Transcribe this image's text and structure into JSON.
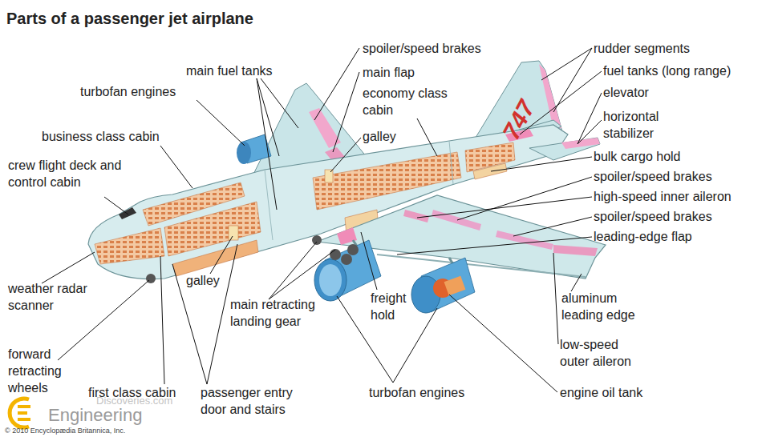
{
  "diagram": {
    "title": "Parts of a passenger jet airplane",
    "labels": [
      "main fuel tanks",
      "turbofan engines",
      "business class cabin",
      "crew flight deck and control cabin",
      "weather radar scanner",
      "forward retracting wheels",
      "first class cabin",
      "galley",
      "passenger entry door and stairs",
      "main retracting landing gear",
      "freight hold",
      "turbofan engines",
      "engine oil tank",
      "low-speed outer aileron",
      "aluminum leading edge",
      "leading-edge flap",
      "spoiler/speed brakes",
      "high-speed inner aileron",
      "spoiler/speed brakes",
      "bulk cargo hold",
      "horizontal stabilizer",
      "elevator",
      "fuel tanks (long range)",
      "rudder segments",
      "spoiler/speed brakes",
      "main flap",
      "economy class cabin",
      "galley",
      "747",
      "Engineering",
      "Discoveries.com",
      "© 2010 Encyclopædia Britannica, Inc."
    ]
  }
}
